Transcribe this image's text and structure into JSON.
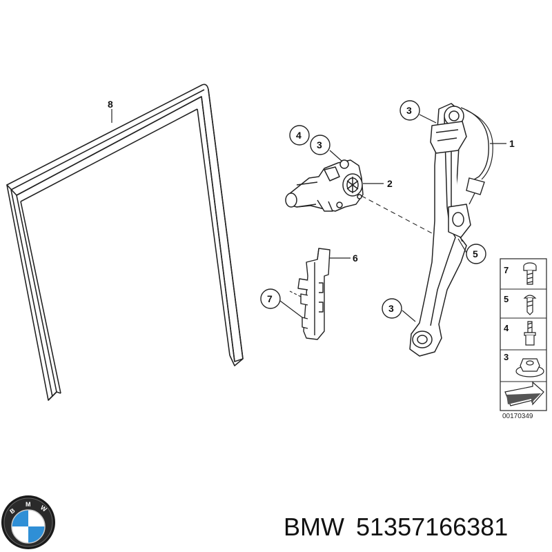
{
  "diagram": {
    "callouts": {
      "c8": "8",
      "c4": "4",
      "c3_motor": "3",
      "c2": "2",
      "c3_top": "3",
      "c1": "1",
      "c6": "6",
      "c5": "5",
      "c7": "7",
      "c3_bottom": "3"
    },
    "legend": {
      "rows": [
        "7",
        "5",
        "4",
        "3"
      ]
    },
    "reference_number": "00170349"
  },
  "footer": {
    "brand": "BMW",
    "part_number": "51357166381",
    "logo_letters": [
      "B",
      "M",
      "W"
    ]
  },
  "colors": {
    "line": "#222222",
    "background": "#ffffff",
    "logo_blue": "#2f8fd6",
    "logo_ring": "#1a1a1a"
  }
}
